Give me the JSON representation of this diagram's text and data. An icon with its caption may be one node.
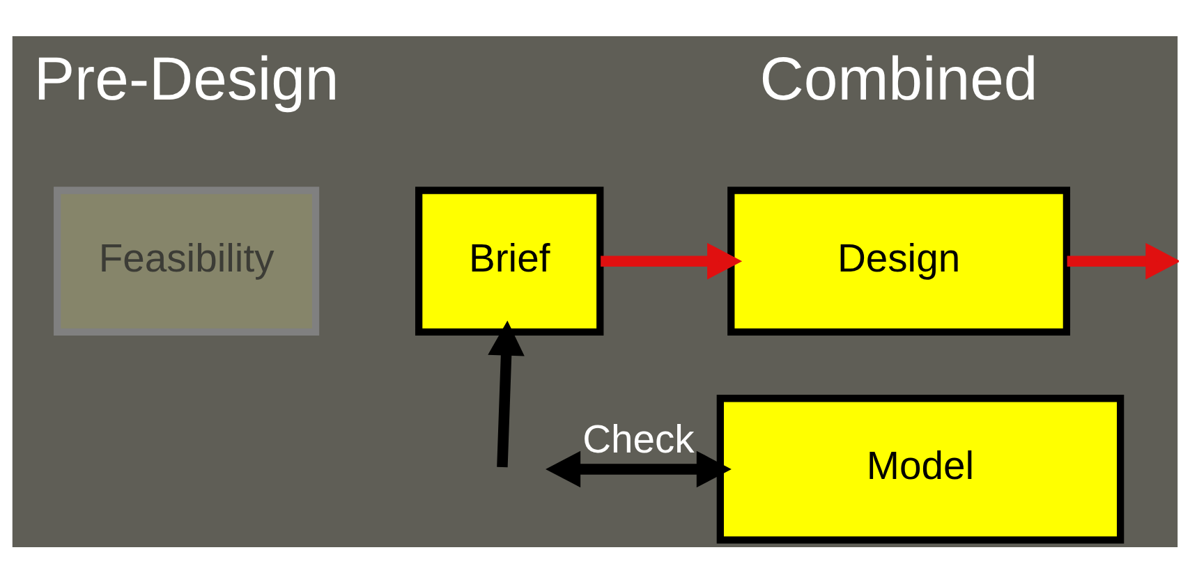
{
  "diagram": {
    "nodes": [
      {
        "text": [
          "Feasibility"
        ]
      },
      {
        "text": [
          "Brief"
        ]
      },
      {
        "text": [
          "Design"
        ]
      },
      {
        "text": [
          "Model"
        ]
      }
    ],
    "edges": [
      {
        "from": 1,
        "to": 2,
        "arrow": "to",
        "color": "#e01010"
      },
      {
        "from": 2,
        "to": null,
        "arrow": "to",
        "color": "#e01010"
      },
      {
        "from": null,
        "to": 1,
        "arrow": "to",
        "color": "#000000"
      },
      {
        "from": null,
        "to": 3,
        "arrow": "both",
        "label": "Check",
        "color": "#000000"
      }
    ],
    "labels": [
      "Pre-Design",
      "Combined"
    ]
  }
}
